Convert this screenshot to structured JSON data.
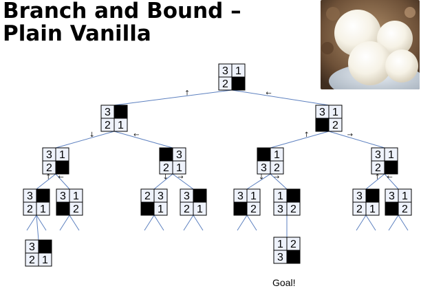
{
  "title_line1": "Branch and Bound –",
  "title_line2": "Plain Vanilla",
  "image": {
    "subject": "ice-cream-scoops-photo"
  },
  "goal_label": "Goal!",
  "colors": {
    "edge": "#5b7fbf",
    "cell_fill": "#eef2fb",
    "blank": "#000000",
    "arrow": "#222222"
  },
  "puzzles": [
    {
      "id": "root",
      "cells": [
        "3",
        "1",
        "2",
        ""
      ]
    },
    {
      "id": "L1a",
      "cells": [
        "3",
        "",
        "2",
        "1"
      ]
    },
    {
      "id": "L1b",
      "cells": [
        "3",
        "1",
        "",
        "2"
      ]
    },
    {
      "id": "L2a",
      "cells": [
        "3",
        "1",
        "2",
        ""
      ]
    },
    {
      "id": "L2b",
      "cells": [
        "",
        "3",
        "2",
        "1"
      ]
    },
    {
      "id": "L2c",
      "cells": [
        "",
        "1",
        "3",
        "2"
      ]
    },
    {
      "id": "L2d",
      "cells": [
        "3",
        "1",
        "2",
        ""
      ]
    },
    {
      "id": "L3a",
      "cells": [
        "3",
        "",
        "2",
        "1"
      ]
    },
    {
      "id": "L3b",
      "cells": [
        "3",
        "1",
        "",
        "2"
      ]
    },
    {
      "id": "L3c",
      "cells": [
        "2",
        "3",
        "",
        "1"
      ]
    },
    {
      "id": "L3d",
      "cells": [
        "3",
        "",
        "2",
        "1"
      ]
    },
    {
      "id": "L3e",
      "cells": [
        "3",
        "1",
        "",
        "2"
      ]
    },
    {
      "id": "L3f",
      "cells": [
        "1",
        "",
        "3",
        "2"
      ]
    },
    {
      "id": "L3g",
      "cells": [
        "3",
        "",
        "2",
        "1"
      ]
    },
    {
      "id": "L3h",
      "cells": [
        "3",
        "1",
        "",
        "2"
      ]
    },
    {
      "id": "L4a",
      "cells": [
        "3",
        "",
        "2",
        "1"
      ]
    },
    {
      "id": "L4goal",
      "cells": [
        "1",
        "2",
        "3",
        ""
      ]
    }
  ],
  "edges": [
    {
      "from": "root",
      "to": "L1a",
      "arrow": "↑"
    },
    {
      "from": "root",
      "to": "L1b",
      "arrow": "←"
    },
    {
      "from": "L1a",
      "to": "L2a",
      "arrow": "↓"
    },
    {
      "from": "L1a",
      "to": "L2b",
      "arrow": "←"
    },
    {
      "from": "L1b",
      "to": "L2c",
      "arrow": "↑"
    },
    {
      "from": "L1b",
      "to": "L2d",
      "arrow": "→"
    },
    {
      "from": "L2a",
      "to": "L3a",
      "arrow": "↑"
    },
    {
      "from": "L2a",
      "to": "L3b",
      "arrow": "←"
    },
    {
      "from": "L2b",
      "to": "L3c",
      "arrow": "↓"
    },
    {
      "from": "L2b",
      "to": "L3d",
      "arrow": "→"
    },
    {
      "from": "L2c",
      "to": "L3e",
      "arrow": "↓"
    },
    {
      "from": "L2c",
      "to": "L3f",
      "arrow": "→"
    },
    {
      "from": "L2d",
      "to": "L3g",
      "arrow": "↑"
    },
    {
      "from": "L2d",
      "to": "L3h",
      "arrow": "←"
    },
    {
      "from": "L3a",
      "to": "L4a",
      "arrow": ""
    },
    {
      "from": "L3f",
      "to": "L4goal",
      "arrow": ""
    }
  ]
}
